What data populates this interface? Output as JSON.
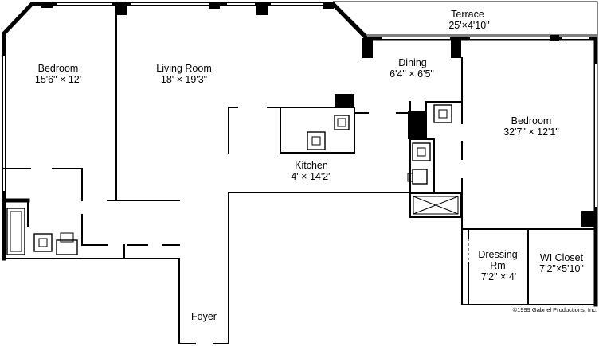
{
  "rooms": {
    "terrace": {
      "name": "Terrace",
      "dims": "25'×4'10\""
    },
    "dining": {
      "name": "Dining",
      "dims": "6'4\" × 6'5\""
    },
    "bedroom_left": {
      "name": "Bedroom",
      "dims": "15'6\" × 12'"
    },
    "living": {
      "name": "Living Room",
      "dims": "18' × 19'3\""
    },
    "bedroom_right": {
      "name": "Bedroom",
      "dims": "32'7\" × 12'1\""
    },
    "kitchen": {
      "name": "Kitchen",
      "dims": "4' × 14'2\""
    },
    "dressing": {
      "name_line1": "Dressing",
      "name_line2": "Rm",
      "dims": "7'2\" × 4'"
    },
    "wi_closet": {
      "name": "WI Closet",
      "dims": "7'2\"×5'10\""
    },
    "foyer": {
      "name": "Foyer"
    }
  },
  "credit": "©1999 Gabriel Productions, Inc."
}
